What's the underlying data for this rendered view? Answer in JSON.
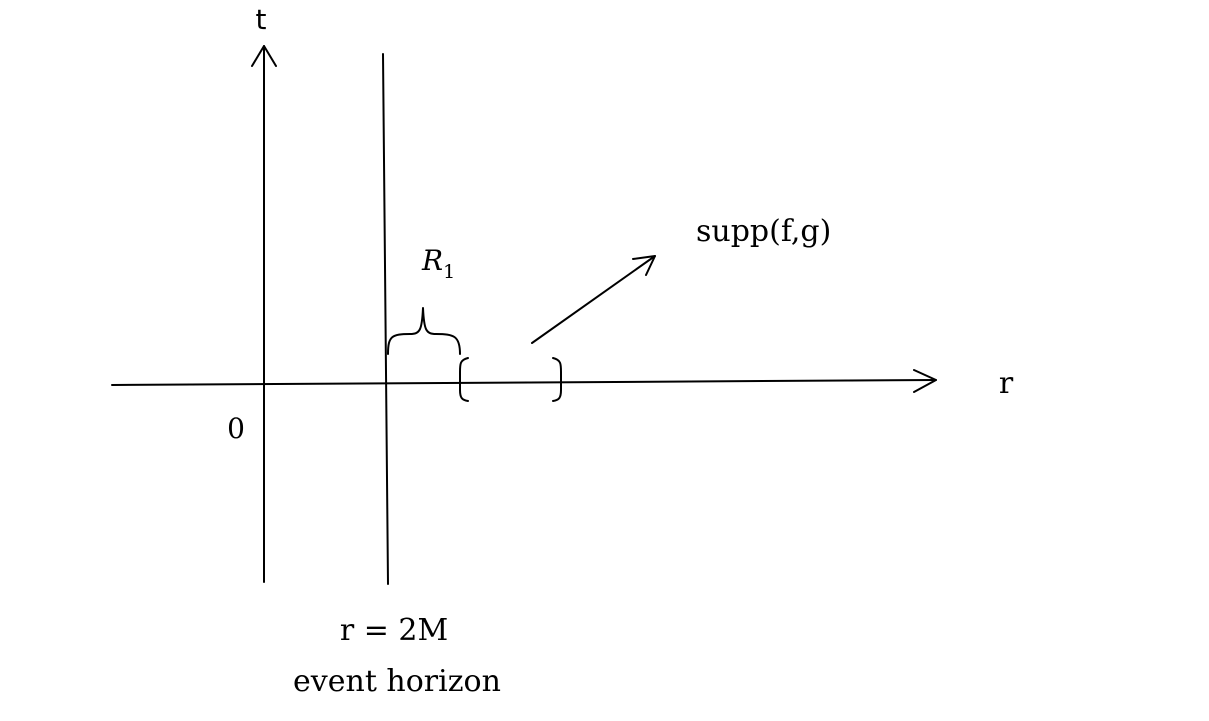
{
  "labels": {
    "t_axis": "t",
    "r_axis": "r",
    "origin": "0",
    "r1_base": "R",
    "r1_sub": "1",
    "support": "supp(f,g)",
    "horizon_eq": "r = 2M",
    "horizon_name": "event horizon"
  },
  "colors": {
    "ink": "#000000",
    "background": "#ffffff"
  }
}
